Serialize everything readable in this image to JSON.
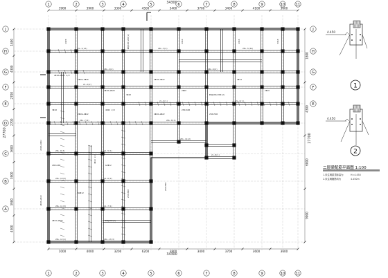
{
  "drawing": {
    "title": "二层梁配筋平面图  1:100",
    "notes": [
      "1.未注明梁顶标高为",
      "2.未注明箍筋均为"
    ],
    "note_values": [
      "H=4.450",
      "4.450m"
    ]
  },
  "dimensions": {
    "top": {
      "total": "34300",
      "segments": [
        "3900",
        "3900",
        "3300",
        "4500",
        "3400",
        "3700",
        "3400",
        "4100",
        "3600"
      ]
    },
    "bottom": {
      "total": "34300",
      "segments": [
        "1000",
        "4000",
        "3200",
        "6200",
        "3800",
        "3400",
        "3700",
        "3600",
        "3600"
      ]
    },
    "left": {
      "total": "27700",
      "segments": [
        "1800",
        "4300",
        "2700",
        "2700",
        "3600",
        "3900",
        "3900",
        "4300"
      ]
    },
    "right": {
      "total": "27700",
      "segments": [
        "1800",
        "4300",
        "6000",
        "9000"
      ]
    }
  },
  "axes": {
    "columns_top": [
      "1",
      "2",
      "3",
      "4",
      "5",
      "6",
      "7",
      "8",
      "9",
      "10",
      "11"
    ],
    "columns_bottom": [
      "1",
      "2",
      "3",
      "4",
      "5",
      "6",
      "7",
      "8",
      "9",
      "10",
      "11"
    ],
    "rows_left": [
      "J",
      "H",
      "G",
      "F",
      "E",
      "D",
      "C",
      "B",
      "A"
    ],
    "rows_right": [
      "J",
      "H",
      "G",
      "F",
      "E"
    ]
  },
  "annotations": {
    "beams": [
      "2L-1(1A)",
      "2KL-2(4)",
      "2KL-3(4)",
      "2KL-6(2)",
      "2KL-5(2A)",
      "2L-2(2)",
      "2L-3(1)",
      "2L-4(1)",
      "2KL-7(2)",
      "2KL-8(4)",
      "2KL-9(3)",
      "2L-5(1)",
      "2KL-10(2)",
      "2L-6(2)",
      "2KL-11(5)",
      "2L-7(1)",
      "2KL-12(1)",
      "2KL-13(3)",
      "2KL-14(2)",
      "2L-8(1)"
    ],
    "rebar": [
      "2Φ18+4Φ22 4/2",
      "2Φ16+3Φ20",
      "2Φ18+2Φ20",
      "3Φ20",
      "2Φ18+3Φ22",
      "2Φ20",
      "Φ8@100/200(2)",
      "2Φ14",
      "2Φ16",
      "3Φ18",
      "2Φ18+4Φ22",
      "4Φ22 2/2",
      "2Φ20+2Φ22",
      "250x600",
      "250x500",
      "200x400",
      "N2Φ12",
      "G2Φ12",
      "2Φ22+2Φ25",
      "Φ8@100(2)"
    ],
    "elevations": [
      "4.450",
      "4.450"
    ],
    "details": [
      "1",
      "2"
    ]
  }
}
